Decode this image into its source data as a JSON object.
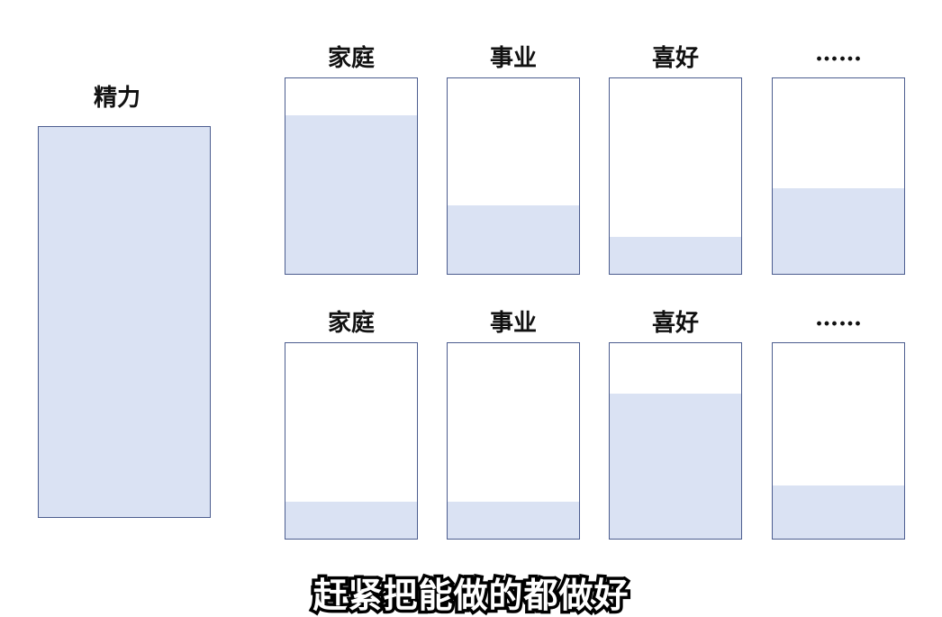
{
  "total": {
    "label": "精力"
  },
  "rows": [
    {
      "items": [
        {
          "label": "家庭",
          "fill": 0.81
        },
        {
          "label": "事业",
          "fill": 0.35
        },
        {
          "label": "喜好",
          "fill": 0.19
        },
        {
          "label": "……",
          "fill": 0.44
        }
      ]
    },
    {
      "items": [
        {
          "label": "家庭",
          "fill": 0.19
        },
        {
          "label": "事业",
          "fill": 0.19
        },
        {
          "label": "喜好",
          "fill": 0.74
        },
        {
          "label": "……",
          "fill": 0.27
        }
      ]
    }
  ],
  "subtitle": "赶紧把能做的都做好",
  "colors": {
    "fill": "#dae2f3",
    "border": "#4c5d8f"
  }
}
